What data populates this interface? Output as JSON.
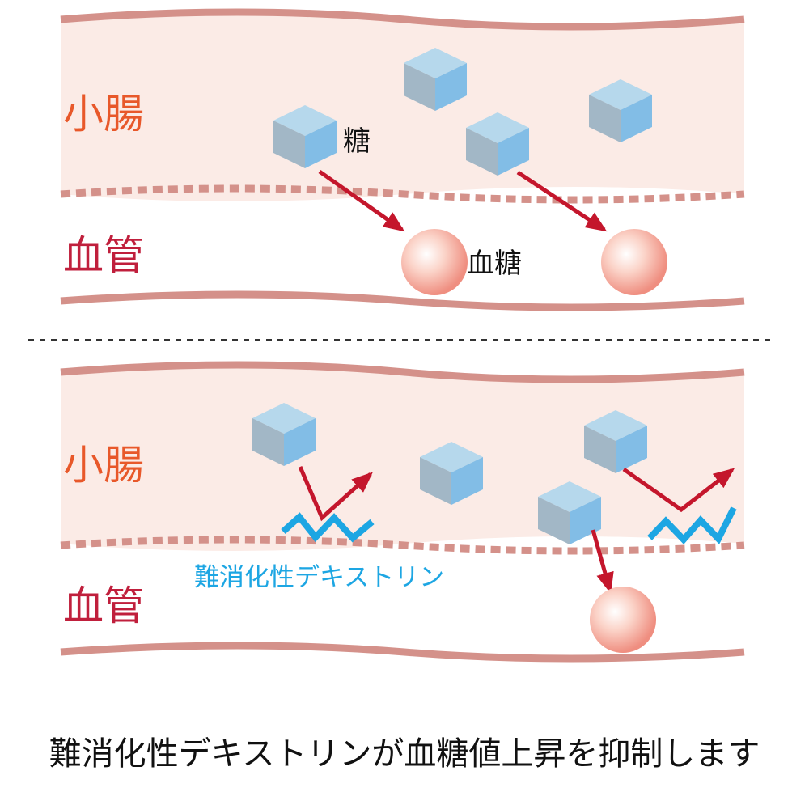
{
  "colors": {
    "intestine_label": "#e8582a",
    "vessel_label": "#c01f3c",
    "wall": "#d4918a",
    "intestine_fill": "#fbebe6",
    "arrow": "#c4162c",
    "dextrin": "#1da6e3",
    "cube_top": "#b6d8ec",
    "cube_left": "#a2b7c6",
    "cube_right": "#82bde6"
  },
  "panel_normal": {
    "intestine_label": "小腸",
    "vessel_label": "血管",
    "sugar_label": "糖",
    "blood_sugar_label": "血糖"
  },
  "panel_dextrin": {
    "intestine_label": "小腸",
    "vessel_label": "血管",
    "dextrin_label": "難消化性デキストリン"
  },
  "caption": "難消化性デキストリンが血糖値上昇を抑制します"
}
